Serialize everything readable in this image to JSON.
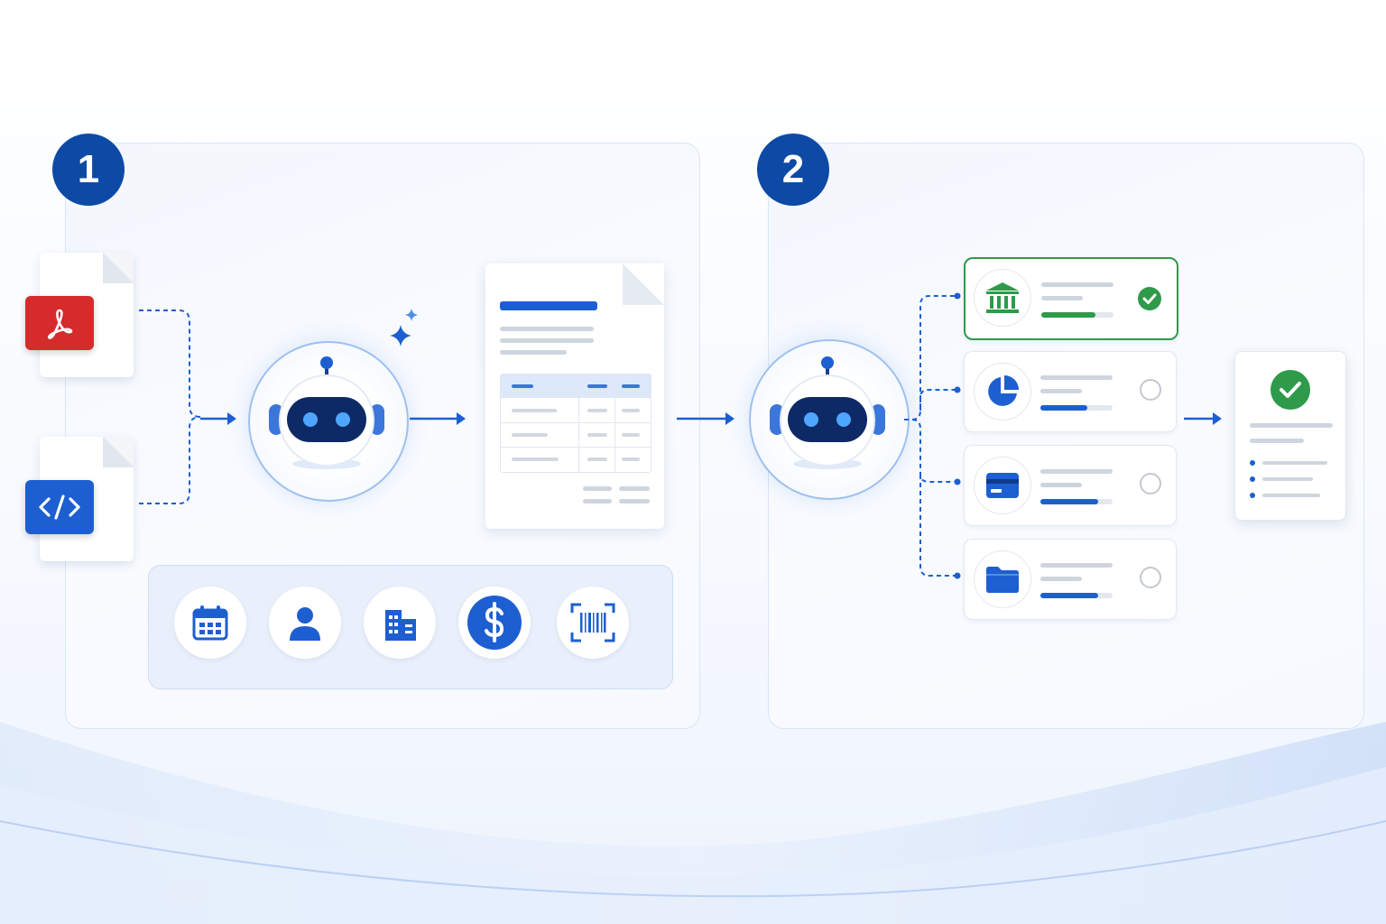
{
  "colors": {
    "primary": "#0c4aa6",
    "accent": "#1d5fd1",
    "pdf_red": "#d62b2b",
    "success": "#2e9a4a",
    "panel_border": "#d9e5f6"
  },
  "steps": [
    {
      "number": "1"
    },
    {
      "number": "2"
    }
  ],
  "step1": {
    "inputs": [
      {
        "icon": "pdf-icon"
      },
      {
        "icon": "code-icon"
      }
    ],
    "agent_icon": "robot-icon",
    "output_icon": "table-document-icon",
    "extracted_fields": [
      {
        "icon": "calendar-icon"
      },
      {
        "icon": "person-icon"
      },
      {
        "icon": "building-icon"
      },
      {
        "icon": "dollar-icon"
      },
      {
        "icon": "barcode-icon"
      }
    ]
  },
  "step2": {
    "agent_icon": "robot-icon",
    "categories": [
      {
        "icon": "bank-icon",
        "status": "selected",
        "progress": 0.75
      },
      {
        "icon": "pie-chart-icon",
        "status": "unselected",
        "progress": 0.65
      },
      {
        "icon": "credit-card-icon",
        "status": "unselected",
        "progress": 0.8
      },
      {
        "icon": "folder-icon",
        "status": "unselected",
        "progress": 0.8
      }
    ],
    "result_icon": "check-document-icon"
  }
}
